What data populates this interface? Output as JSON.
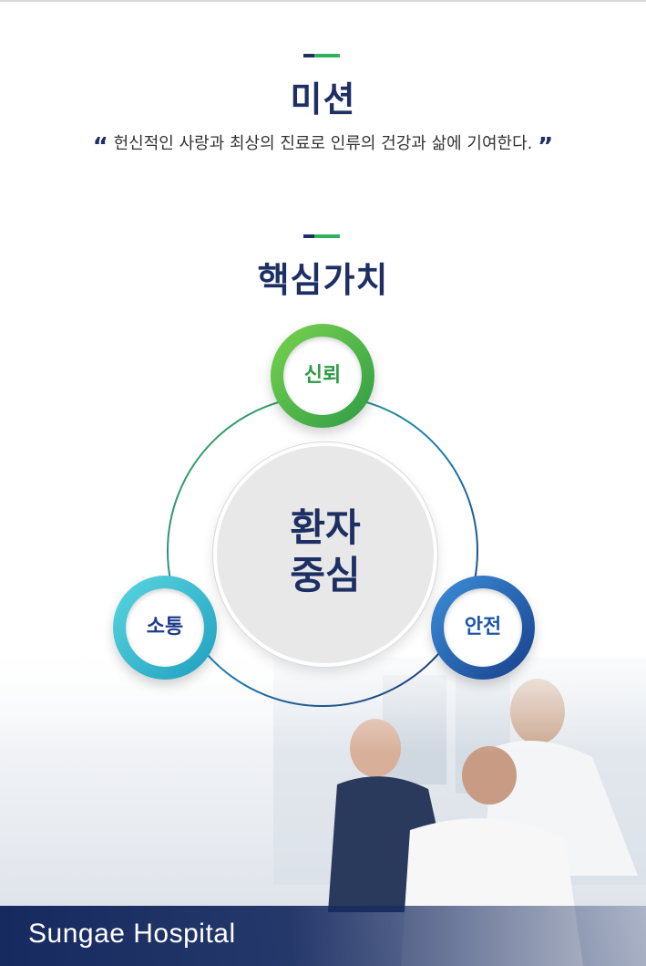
{
  "mission": {
    "title": "미션",
    "quote_open": "“",
    "statement": "헌신적인 사랑과 최상의 진료로 인류의 건강과 삶에 기여한다.",
    "quote_close": "”"
  },
  "core_values": {
    "title": "핵심가치",
    "center": {
      "line1": "환자",
      "line2": "중심"
    },
    "nodes": [
      {
        "label": "신뢰",
        "color": "#3aab48"
      },
      {
        "label": "안전",
        "color": "#1d56a8"
      },
      {
        "label": "소통",
        "color": "#2eb4c8"
      }
    ]
  },
  "colors": {
    "navy": "#1d2f63",
    "accent_green": "#2fb35a",
    "accent_dark": "#1d2f63"
  },
  "footer": {
    "label": "Sungae Hospital"
  }
}
